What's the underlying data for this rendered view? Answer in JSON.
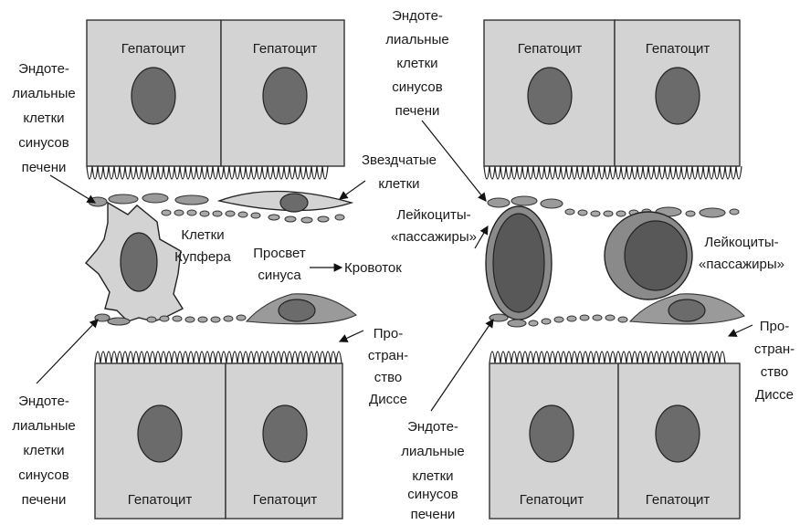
{
  "labels": {
    "hepatocyte": "Гепатоцит",
    "endothelial": [
      "Эндоте-",
      "лиальные",
      "клетки",
      "синусов",
      "печени"
    ],
    "stellate": [
      "Звездчатые",
      "клетки"
    ],
    "kupffer": [
      "Клетки",
      "Купфера"
    ],
    "lumen": [
      "Просвет",
      "синуса"
    ],
    "bloodflow": "Кровоток",
    "disse": [
      "Про-",
      "стран-",
      "ство",
      "Диссе"
    ],
    "leukocytes": [
      "Лейкоциты-",
      "«пассажиры»"
    ]
  },
  "colors": {
    "cell_fill": "#d3d3d3",
    "nucleus_fill": "#6b6b6b",
    "endothelium_fill": "#9a9a9a"
  }
}
